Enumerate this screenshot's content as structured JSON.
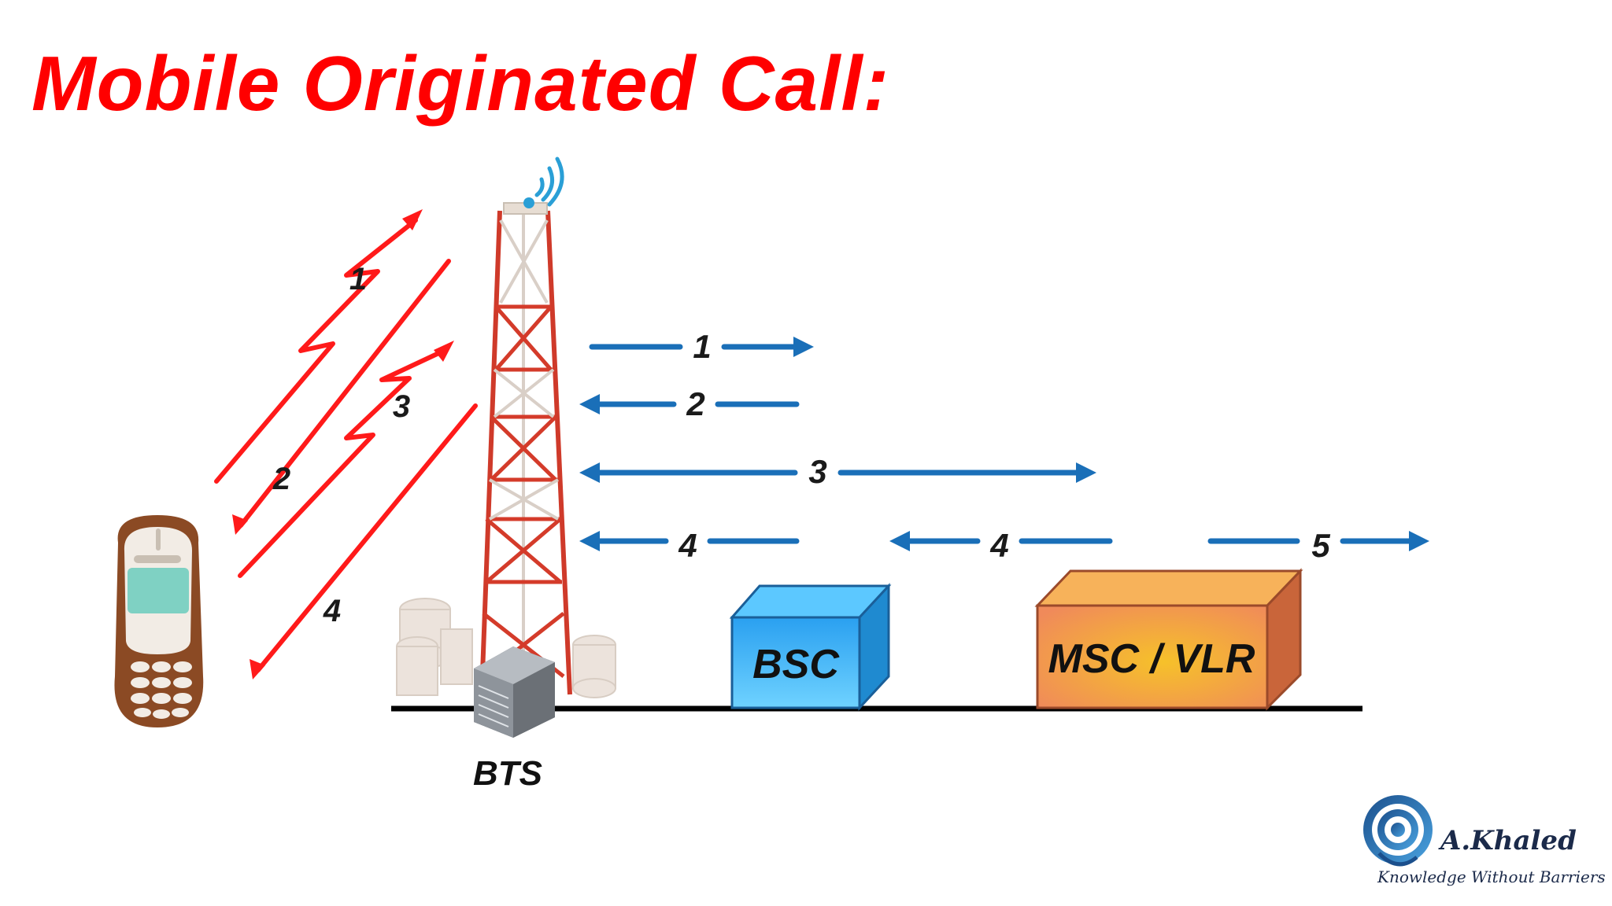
{
  "slide": {
    "title": "Mobile Originated Call:"
  },
  "nodes": {
    "bts": "BTS",
    "bsc": "BSC",
    "msc_vlr": "MSC / VLR"
  },
  "radio_labels": [
    "1",
    "2",
    "3",
    "4"
  ],
  "wired_labels": [
    "1",
    "2",
    "3",
    "4",
    "4",
    "5"
  ],
  "logo": {
    "name": "A.Khaled",
    "tagline": "Knowledge Without Barriers"
  },
  "colors": {
    "title": "#ff0000",
    "radio": "#ff1a1a",
    "wired": "#1a6fb8",
    "bsc": "#33aaff",
    "msc": "#f4a940"
  }
}
